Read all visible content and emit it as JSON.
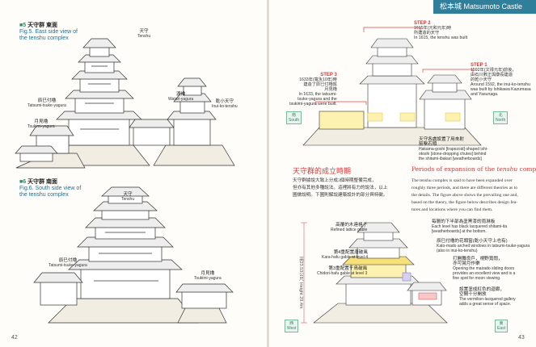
{
  "header": {
    "title": "松本城 Matsumoto Castle"
  },
  "page_numbers": {
    "left": "42",
    "right": "43"
  },
  "fig5": {
    "num": "■5",
    "title_zh": "天守群 東面",
    "title_en_1": "Fig.5. East side view of",
    "title_en_2": "the tenshu complex",
    "labels": {
      "tenshu_zh": "天守",
      "tenshu_en": "Tenshu",
      "inui_zh": "乾小天守",
      "inui_en": "Inui-ko-tenshu",
      "watari_zh": "渡櫓",
      "watari_en": "Watari-yagura",
      "tatsumi_zh": "辰巳付櫓",
      "tatsumi_en": "Tatsumi-tsuke-yagura",
      "tsukimi_zh": "月見櫓",
      "tsukimi_en": "Tsukimi-yagura"
    }
  },
  "fig6": {
    "num": "■6",
    "title_zh": "天守群 南面",
    "title_en_1": "Fig.6. South side view of",
    "title_en_2": "the tenshu complex",
    "labels": {
      "tenshu_zh": "天守",
      "tenshu_en": "Tenshu",
      "tatsumi_zh": "辰巳付櫓",
      "tatsumi_en": "Tatsumi-tsuke-yagura",
      "tsukimi_zh": "月見櫓",
      "tsukimi_en": "Tsukimi-yagura"
    }
  },
  "steps": {
    "step1": {
      "h": "STEP 1",
      "zh1": "1592年(文禄元年)前後，",
      "zh2": "由石川數正與康長建造",
      "zh3": "的乾小天守",
      "en1": "Around 1592, the inui-ko-tenshu",
      "en2": "was built by Ishikawa Kazumasa",
      "en3": "and Yasunaga."
    },
    "step2": {
      "h": "STEP 2",
      "zh1": "1615年(元和元年)時",
      "zh2": "所建造的天守",
      "en1": "In 1615, the tenshu was built"
    },
    "step3": {
      "h": "STEP 3",
      "zh1": "1633年(寬永10年)時",
      "zh2": "建造了辰巳付櫓與",
      "zh3": "月見櫓",
      "en1": "In 1633, the tatsumi-",
      "en2": "tsuke-yagura and the",
      "en3": "tsukimi-yagura were built."
    },
    "south_zh": "南",
    "south_en": "South",
    "north_zh": "北",
    "north_en": "North",
    "bottom_zh1": "天守各處設置了用來射",
    "bottom_zh2": "箭擊石頭",
    "bottom_en1": "Hakama-goshi [trapezoid]-shaped ishi-",
    "bottom_en2": "otoshi [stone-dropping chutes] behind",
    "bottom_en3": "the shitami-ibakari [weatherboards]"
  },
  "section": {
    "title_zh": "天守群的成立時期",
    "title_en_prefix": "Periods of expansion of the ",
    "title_en_em": "tenshu",
    "title_en_suffix": " complex",
    "body_zh": [
      "天守群據說大致上分成3個時期整備完成，",
      "但亦有其他多種說法。這裡將有力的說法，以上",
      "圖做說明。下圖則解說建築設計的部分與特徵。"
    ],
    "body_en": [
      "The tenshu complex is said to have been expanded over",
      "roughly three periods, and there are different theories as to",
      "the details. The figure above shows the prevailing one and,",
      "based on the theory, the figure below describes design fea-",
      "tures and locations where you can find them."
    ]
  },
  "bottom_fig": {
    "height_zh": "高23.53公尺",
    "height_en": "Height 29.4m",
    "west_zh": "西",
    "west_en": "West",
    "east_zh": "東",
    "east_en": "East",
    "left_callouts": [
      {
        "zh": "高覆的木連格子",
        "en": "Refined lattice gable"
      },
      {
        "zh": "第4重配置唐破風",
        "en": "Kara-hafu gable at level 4"
      },
      {
        "zh": "第3重配置千鳥破風",
        "en": "Chidori-hafu gable at level 3"
      }
    ],
    "right_callouts": [
      {
        "zh": "每層的下半部為塗黑漆的雨淋板",
        "en1": "Each level has black lacquered shitami-ita",
        "en2": "[weatherboards] at the bottom."
      },
      {
        "zh": "辰巳付櫓的花頭窗(乾小天守上也有)",
        "en1": "Kato-mado arched windows in tatsumi-tsuke-yagura",
        "en2": "(also in inui-ko-tenshu)"
      },
      {
        "zh": "打開舞良戶，視野寬闊，",
        "zh2": "亦可賞月作樂",
        "en1": "Opening the mairado sliding doors",
        "en2": "provides an excellent view and is a",
        "en3": "fine spot for moon viewing."
      },
      {
        "zh": "設置塗成紅色的迴廊，",
        "zh2": "空間十分開放",
        "en1": "The vermilion-lacquered gallery",
        "en2": "adds a great sense of space."
      }
    ]
  }
}
